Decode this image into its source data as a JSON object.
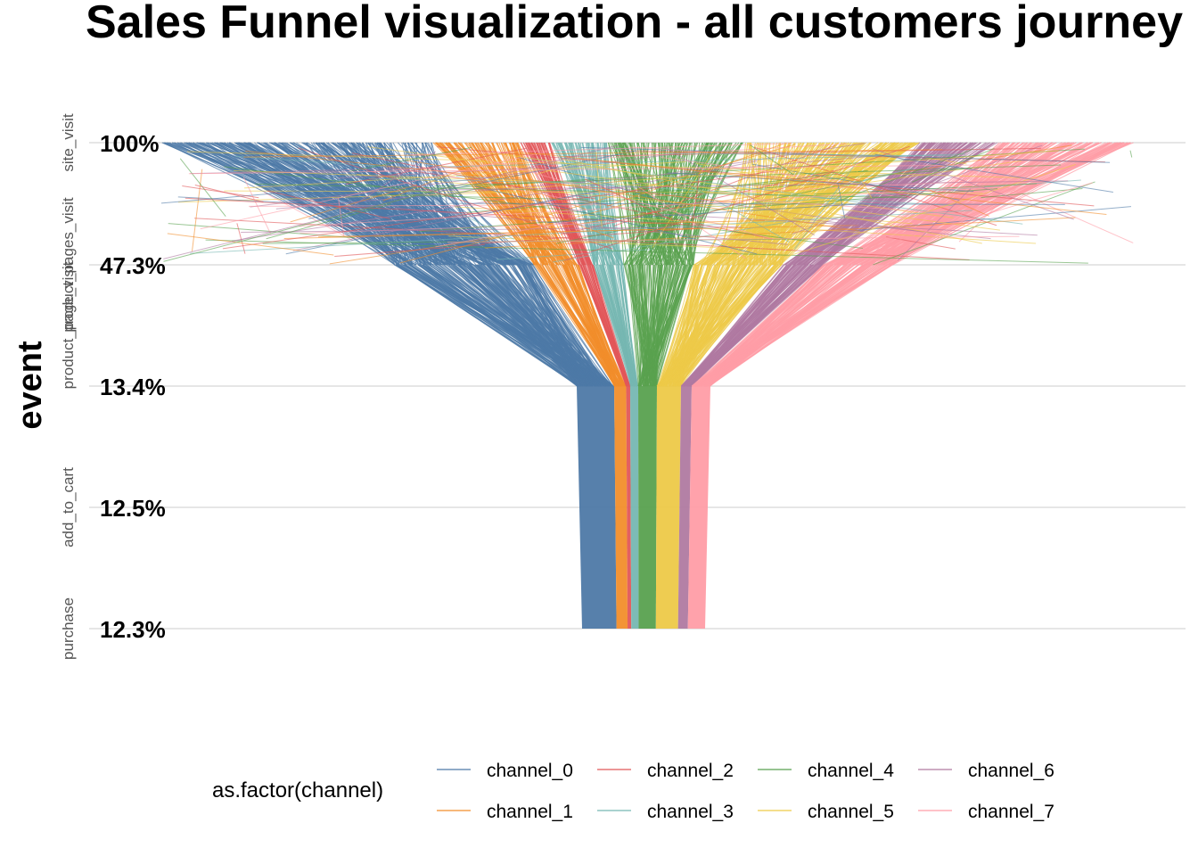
{
  "chart_data": {
    "type": "funnel",
    "title": "Sales Funnel visualization - all customers journey",
    "ylabel": "event",
    "stages": [
      "site_visit",
      "product_pages_visit",
      "product_page_visit",
      "add_to_cart",
      "purchase"
    ],
    "stage_percent_labels": [
      "100%",
      "47.3%",
      "13.4%",
      "12.5%",
      "12.3%"
    ],
    "stage_percent_values": [
      100,
      47.3,
      13.4,
      12.5,
      12.3
    ],
    "grid": true,
    "legend": {
      "title": "as.factor(channel)",
      "position": "bottom",
      "entries": [
        "channel_0",
        "channel_1",
        "channel_2",
        "channel_3",
        "channel_4",
        "channel_5",
        "channel_6",
        "channel_7"
      ]
    },
    "series": [
      {
        "name": "channel_0",
        "color": "#4E79A7",
        "share": 0.28
      },
      {
        "name": "channel_1",
        "color": "#F28E2B",
        "share": 0.09
      },
      {
        "name": "channel_2",
        "color": "#E15759",
        "share": 0.03
      },
      {
        "name": "channel_3",
        "color": "#76B7B2",
        "share": 0.06
      },
      {
        "name": "channel_4",
        "color": "#59A14F",
        "share": 0.14
      },
      {
        "name": "channel_5",
        "color": "#EDC948",
        "share": 0.18
      },
      {
        "name": "channel_6",
        "color": "#B07AA1",
        "share": 0.08
      },
      {
        "name": "channel_7",
        "color": "#FF9DA7",
        "share": 0.14
      }
    ]
  }
}
